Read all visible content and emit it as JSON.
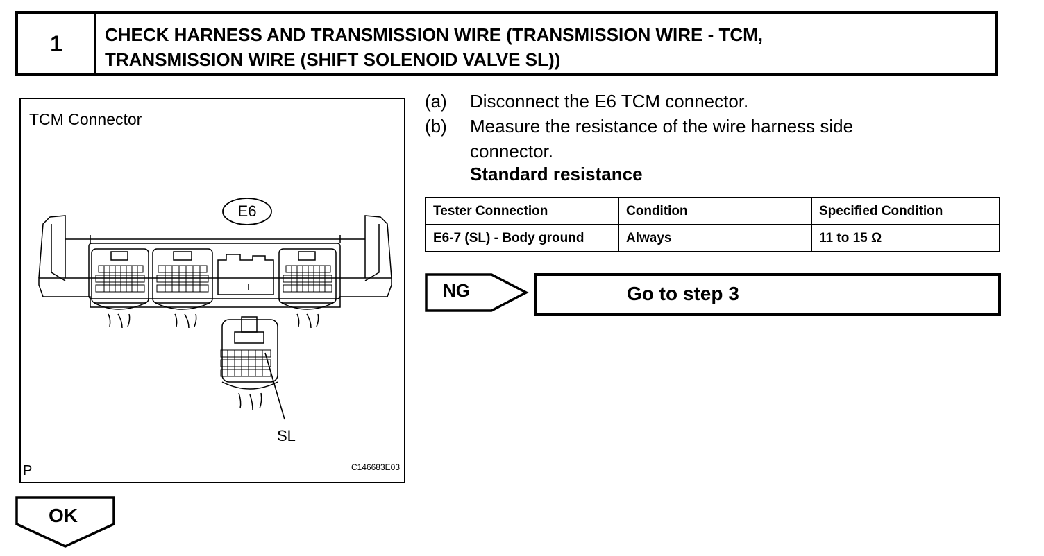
{
  "step": {
    "number": "1",
    "title_line1": "CHECK HARNESS AND TRANSMISSION WIRE (TRANSMISSION WIRE - TCM,",
    "title_line2": "TRANSMISSION WIRE (SHIFT SOLENOID VALVE SL))"
  },
  "figure": {
    "title": "TCM Connector",
    "connector_label": "E6",
    "pin_label": "SL",
    "corner_mark": "P",
    "code": "C146683E03"
  },
  "instructions": [
    {
      "label": "(a)",
      "text": "Disconnect the E6 TCM connector."
    },
    {
      "label": "(b)",
      "text_line1": "Measure the resistance of the wire harness side",
      "text_line2": "connector."
    }
  ],
  "standard_heading": "Standard resistance",
  "table": {
    "headers": [
      "Tester Connection",
      "Condition",
      "Specified Condition"
    ],
    "rows": [
      [
        "E6-7 (SL) - Body ground",
        "Always",
        "11 to 15 Ω"
      ]
    ]
  },
  "ng": {
    "label": "NG",
    "action": "Go to step 3"
  },
  "ok": {
    "label": "OK"
  }
}
